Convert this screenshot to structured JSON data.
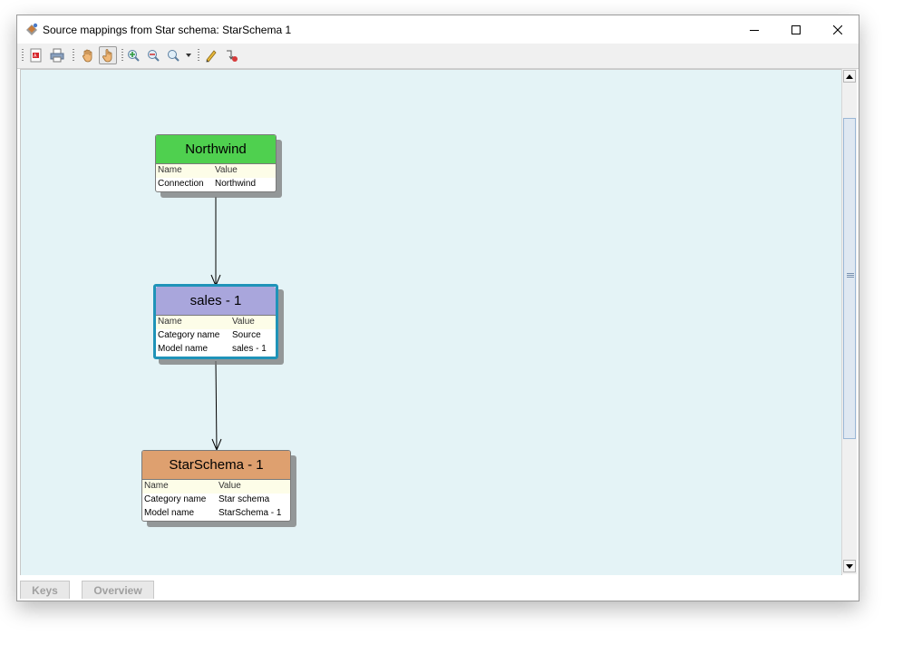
{
  "window": {
    "title": "Source mappings from Star schema: StarSchema 1"
  },
  "toolbar": {
    "icons": [
      "pdf-export-icon",
      "print-icon",
      "hand-icon",
      "pointer-hand-icon",
      "zoom-in-icon",
      "zoom-out-icon",
      "zoom-icon",
      "dropdown-arrow-icon",
      "pencil-icon",
      "relation-tool-icon"
    ]
  },
  "nodes": {
    "northwind": {
      "title": "Northwind",
      "header_color": "#4fd04f",
      "col_name": "Name",
      "col_value": "Value",
      "rows": [
        {
          "name": "Connection",
          "value": "Northwind"
        }
      ]
    },
    "sales": {
      "title": "sales - 1",
      "header_color": "#a9a6dc",
      "col_name": "Name",
      "col_value": "Value",
      "rows": [
        {
          "name": "Category name",
          "value": "Source"
        },
        {
          "name": "Model name",
          "value": "sales - 1"
        }
      ]
    },
    "starschema": {
      "title": "StarSchema - 1",
      "header_color": "#dea06f",
      "col_name": "Name",
      "col_value": "Value",
      "rows": [
        {
          "name": "Category name",
          "value": "Star schema"
        },
        {
          "name": "Model name",
          "value": "StarSchema - 1"
        }
      ]
    }
  },
  "tabs": {
    "keys": "Keys",
    "overview": "Overview"
  },
  "colors": {
    "canvas": "#e4f3f6",
    "selected_border": "#1f93b8",
    "row_header_bg": "#fdfde8"
  }
}
